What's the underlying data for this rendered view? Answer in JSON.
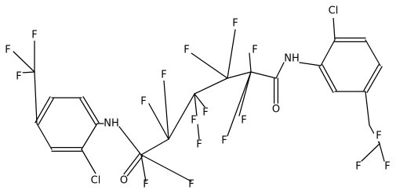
{
  "molecule": {
    "atoms": [
      {
        "id": "F1",
        "label": "F"
      },
      {
        "id": "F2",
        "label": "F"
      },
      {
        "id": "F3",
        "label": "F"
      },
      {
        "id": "F4",
        "label": "F"
      },
      {
        "id": "F5",
        "label": "F"
      },
      {
        "id": "F6",
        "label": "F"
      },
      {
        "id": "F7",
        "label": "F"
      },
      {
        "id": "F8",
        "label": "F"
      },
      {
        "id": "F9",
        "label": "F"
      },
      {
        "id": "F10",
        "label": "F"
      },
      {
        "id": "F11",
        "label": "F"
      },
      {
        "id": "F12",
        "label": "F"
      },
      {
        "id": "F13",
        "label": "F"
      },
      {
        "id": "F14",
        "label": "F"
      },
      {
        "id": "F15",
        "label": "F"
      },
      {
        "id": "F16",
        "label": "F"
      },
      {
        "id": "F17",
        "label": "F"
      },
      {
        "id": "F18",
        "label": "F"
      },
      {
        "id": "NH_left",
        "label": "NH"
      },
      {
        "id": "NH_right",
        "label": "NH"
      },
      {
        "id": "O_left",
        "label": "O"
      },
      {
        "id": "O_right",
        "label": "O"
      },
      {
        "id": "Cl_left",
        "label": "Cl"
      },
      {
        "id": "Cl_right",
        "label": "Cl"
      }
    ]
  }
}
